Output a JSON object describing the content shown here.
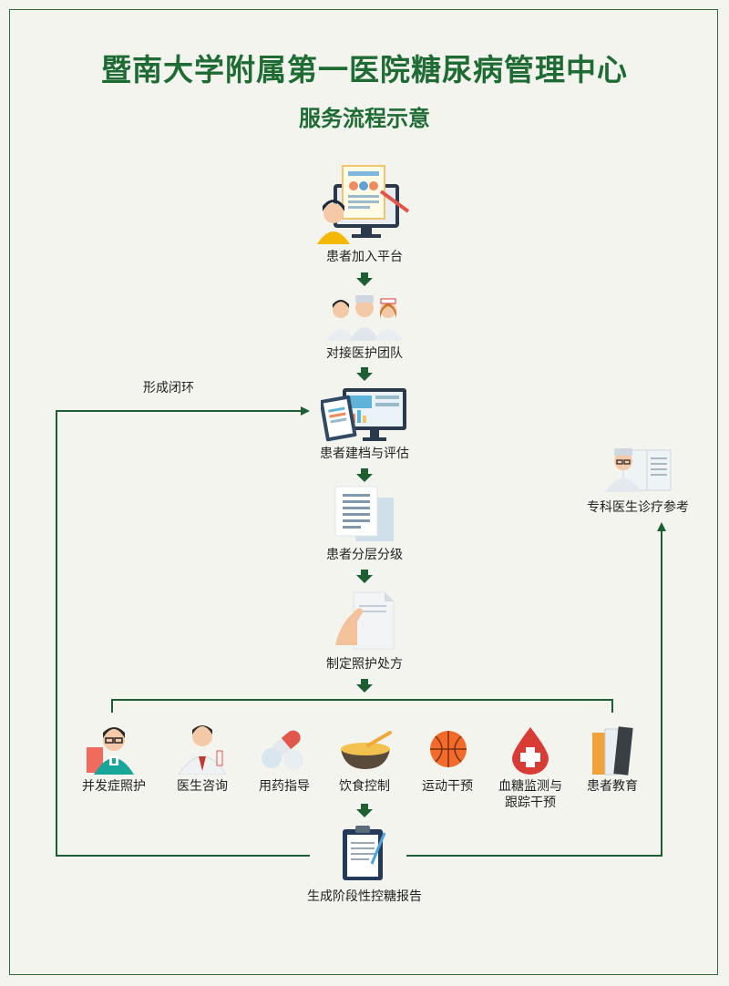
{
  "header": {
    "title": "暨南大学附属第一医院糖尿病管理中心",
    "subtitle": "服务流程示意"
  },
  "flow": {
    "steps": [
      {
        "label": "患者加入平台",
        "icon": "computer-patient-icon"
      },
      {
        "label": "对接医护团队",
        "icon": "medical-team-icon"
      },
      {
        "label": "患者建档与评估",
        "icon": "clipboard-monitor-icon"
      },
      {
        "label": "患者分层分级",
        "icon": "document-stack-icon"
      },
      {
        "label": "制定照护处方",
        "icon": "hand-document-icon"
      }
    ],
    "interventions": [
      {
        "label": "并发症照护",
        "icon": "nurse-icon"
      },
      {
        "label": "医生咨询",
        "icon": "doctor-icon"
      },
      {
        "label": "用药指导",
        "icon": "pills-icon"
      },
      {
        "label": "饮食控制",
        "icon": "food-bowl-icon"
      },
      {
        "label": "运动干预",
        "icon": "basketball-icon"
      },
      {
        "label": "血糖监测与跟踪干预",
        "line1": "血糖监测与",
        "line2": "跟踪干预",
        "icon": "blood-drop-icon"
      },
      {
        "label": "患者教育",
        "icon": "books-icon"
      }
    ],
    "report": {
      "label": "生成阶段性控糖报告",
      "icon": "report-clipboard-icon"
    },
    "loop_label": "形成闭环",
    "specialist": {
      "label": "专科医生诊疗参考",
      "icon": "doctor-book-icon"
    }
  },
  "colors": {
    "primary_green": "#1e6b34",
    "line_green": "#1e5e33",
    "background": "#f4f4ef"
  }
}
